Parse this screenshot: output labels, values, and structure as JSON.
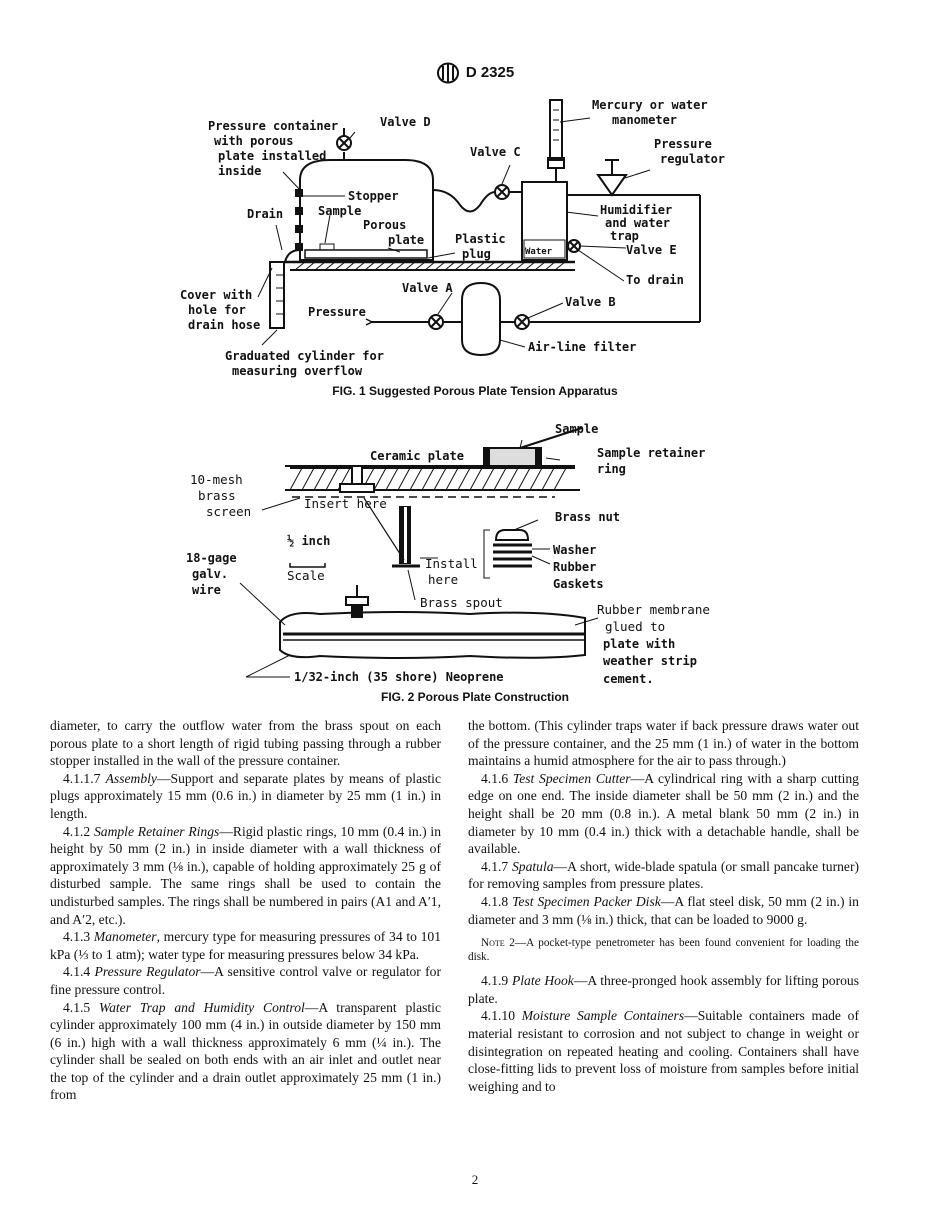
{
  "header": {
    "logo": "ASTM",
    "code": "D 2325"
  },
  "fig1": {
    "caption": "FIG. 1 Suggested Porous Plate Tension Apparatus",
    "labels": {
      "pressure_container": [
        "Pressure container",
        "with porous",
        "plate installed",
        "inside"
      ],
      "valve_d": "Valve D",
      "valve_c": "Valve C",
      "manometer": [
        "Mercury or water",
        "manometer"
      ],
      "regulator": [
        "Pressure",
        "regulator"
      ],
      "stopper": "Stopper",
      "sample": "Sample",
      "drain": "Drain",
      "porous_plate": [
        "Porous",
        "plate"
      ],
      "plastic_plug": [
        "Plastic",
        "plug"
      ],
      "humidifier": [
        "Humidifier",
        "and water",
        "trap"
      ],
      "water": "Water",
      "valve_e": "Valve E",
      "to_drain": "To drain",
      "cover": [
        "Cover with",
        "hole for",
        "drain hose"
      ],
      "valve_a": "Valve A",
      "valve_b": "Valve B",
      "pressure": "Pressure",
      "air_filter": "Air-line filter",
      "cylinder": [
        "Graduated cylinder for",
        "measuring overflow"
      ]
    }
  },
  "fig2": {
    "caption": "FIG. 2 Porous Plate Construction",
    "labels": {
      "sample": "Sample",
      "ceramic_plate": "Ceramic plate",
      "retainer": [
        "Sample retainer",
        "ring"
      ],
      "mesh": [
        "10-mesh",
        "brass",
        "screen"
      ],
      "insert_here": "Insert here",
      "brass_nut": "Brass nut",
      "half_inch": "½ inch",
      "scale": "Scale",
      "install_here": [
        "Install",
        "here"
      ],
      "washer": "Washer",
      "rubber": "Rubber",
      "gaskets": "Gaskets",
      "wire": [
        "18-gage",
        "galv.",
        "wire"
      ],
      "brass_spout": "Brass spout",
      "membrane": [
        "Rubber membrane",
        "glued to",
        "plate with",
        "weather strip",
        "cement."
      ],
      "neoprene": "1/32-inch (35 shore) Neoprene"
    }
  },
  "left_column": [
    {
      "num": "",
      "title": "",
      "text": "diameter, to carry the outflow water from the brass spout on each porous plate to a short length of rigid tubing passing through a rubber stopper installed in the wall of the pressure container."
    },
    {
      "num": "4.1.1.7",
      "title": "Assembly",
      "text": "—Support and separate plates by means of plastic plugs approximately 15 mm (0.6 in.) in diameter by 25 mm (1 in.) in length."
    },
    {
      "num": "4.1.2",
      "title": "Sample Retainer Rings",
      "text": "—Rigid plastic rings, 10 mm (0.4 in.) in height by 50 mm (2 in.) in inside diameter with a wall thickness of approximately 3 mm (⅛ in.), capable of holding approximately 25 g of disturbed sample. The same rings shall be used to contain the undisturbed samples. The rings shall be numbered in pairs (A1 and A′1, and A′2, etc.)."
    },
    {
      "num": "4.1.3",
      "title": "Manometer",
      "text": ", mercury type for measuring pressures of 34 to 101 kPa (⅓ to 1 atm); water type for measuring pressures below 34 kPa."
    },
    {
      "num": "4.1.4",
      "title": "Pressure Regulator",
      "text": "—A sensitive control valve or regulator for fine pressure control."
    },
    {
      "num": "4.1.5",
      "title": "Water Trap and Humidity Control",
      "text": "—A transparent plastic cylinder approximately 100 mm (4 in.) in outside diameter by 150 mm (6 in.) high with a wall thickness approximately 6 mm (¼ in.). The cylinder shall be sealed on both ends with an air inlet and outlet near the top of the cylinder and a drain outlet approximately 25 mm (1 in.) from"
    }
  ],
  "right_column": [
    {
      "num": "",
      "title": "",
      "text": "the bottom. (This cylinder traps water if back pressure draws water out of the pressure container, and the 25 mm (1 in.) of water in the bottom maintains a humid atmosphere for the air to pass through.)"
    },
    {
      "num": "4.1.6",
      "title": "Test Specimen Cutter",
      "text": "—A cylindrical ring with a sharp cutting edge on one end. The inside diameter shall be 50 mm (2 in.) and the height shall be 20 mm (0.8 in.). A metal blank 50 mm (2 in.) in diameter by 10 mm (0.4 in.) thick with a detachable handle, shall be available."
    },
    {
      "num": "4.1.7",
      "title": "Spatula",
      "text": "—A short, wide-blade spatula (or small pancake turner) for removing samples from pressure plates."
    },
    {
      "num": "4.1.8",
      "title": "Test Specimen Packer Disk",
      "text": "—A flat steel disk, 50 mm (2 in.) in diameter and 3 mm (⅛ in.) thick, that can be loaded to 9000 g."
    },
    {
      "note": true,
      "label": "Note 2",
      "text": "—A pocket-type penetrometer has been found convenient for loading the disk."
    },
    {
      "num": "4.1.9",
      "title": "Plate Hook",
      "text": "—A three-pronged hook assembly for lifting porous plate."
    },
    {
      "num": "4.1.10",
      "title": "Moisture Sample Containers",
      "text": "—Suitable containers made of material resistant to corrosion and not subject to change in weight or disintegration on repeated heating and cooling. Containers shall have close-fitting lids to prevent loss of moisture from samples before initial weighing and to"
    }
  ],
  "page_number": "2"
}
